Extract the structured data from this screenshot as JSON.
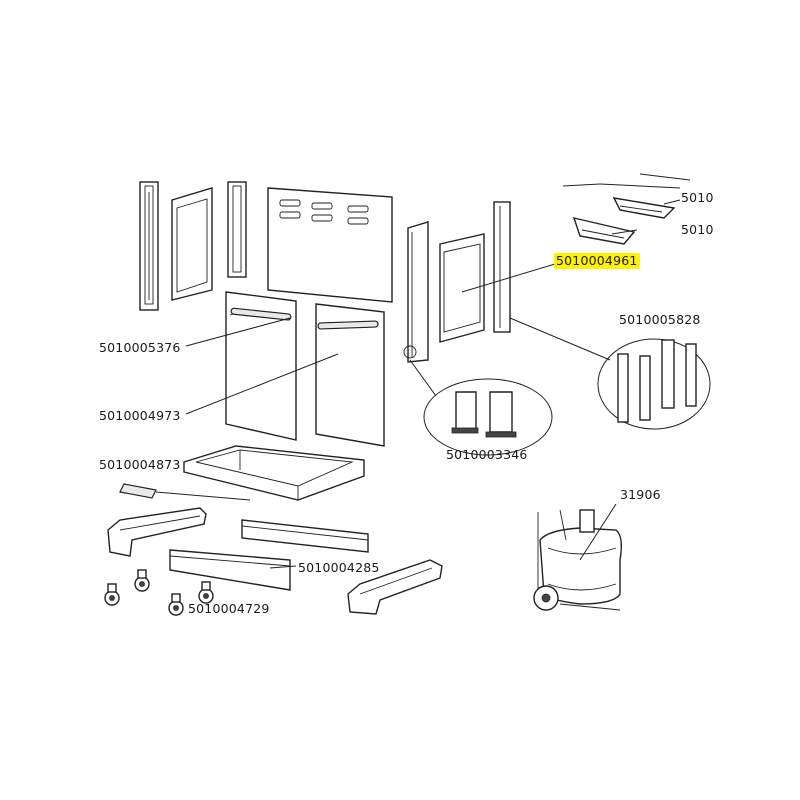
{
  "diagram": {
    "highlight_color": "#fff200",
    "labels": {
      "p_5010005376": "5010005376",
      "p_5010004973": "5010004973",
      "p_5010004873": "5010004873",
      "p_5010004961": "5010004961",
      "p_5010005828": "5010005828",
      "p_5010003346": "5010003346",
      "p_31906": "31906",
      "p_5010004285": "5010004285",
      "p_5010004729": "5010004729",
      "p_top1": "5010",
      "p_top2": "5010"
    }
  }
}
